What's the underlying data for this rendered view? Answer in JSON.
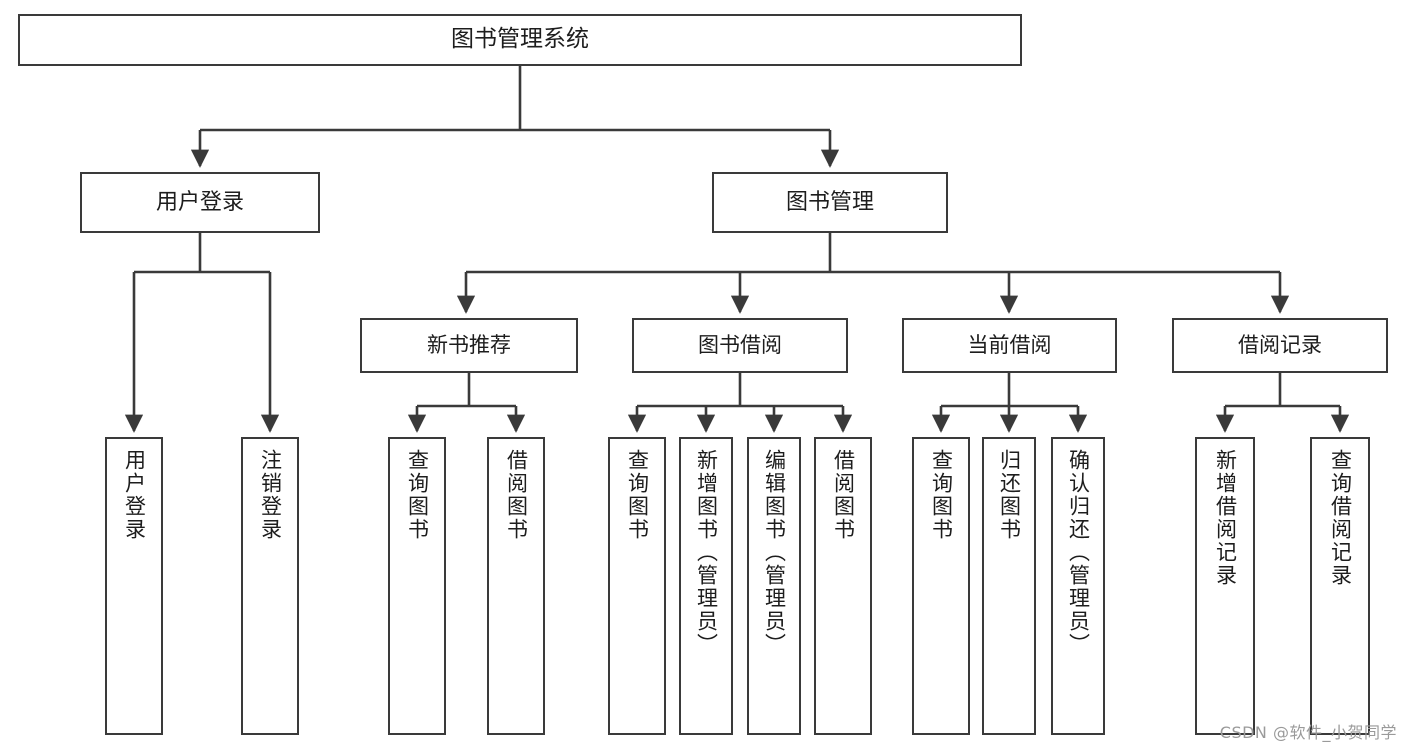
{
  "diagram": {
    "title": "图书管理系统",
    "type": "functional-structure-tree",
    "root": {
      "label": "图书管理系统"
    },
    "level2": [
      {
        "id": "user-login",
        "label": "用户登录"
      },
      {
        "id": "book-management",
        "label": "图书管理"
      }
    ],
    "level3": [
      {
        "id": "new-book-recommend",
        "label": "新书推荐",
        "parent": "book-management"
      },
      {
        "id": "book-borrow",
        "label": "图书借阅",
        "parent": "book-management"
      },
      {
        "id": "current-borrow",
        "label": "当前借阅",
        "parent": "book-management"
      },
      {
        "id": "borrow-record",
        "label": "借阅记录",
        "parent": "book-management"
      }
    ],
    "leaves": [
      {
        "id": "leaf-user-login",
        "label": "用户登录",
        "parent": "user-login"
      },
      {
        "id": "leaf-logout-login",
        "label": "注销登录",
        "parent": "user-login"
      },
      {
        "id": "leaf-query-book-1",
        "label": "查询图书",
        "parent": "new-book-recommend"
      },
      {
        "id": "leaf-borrow-book-1",
        "label": "借阅图书",
        "parent": "new-book-recommend"
      },
      {
        "id": "leaf-query-book-2",
        "label": "查询图书",
        "parent": "book-borrow"
      },
      {
        "id": "leaf-add-book",
        "label": "新增图书（管理员）",
        "parent": "book-borrow"
      },
      {
        "id": "leaf-edit-book",
        "label": "编辑图书（管理员）",
        "parent": "book-borrow"
      },
      {
        "id": "leaf-borrow-book-2",
        "label": "借阅图书",
        "parent": "book-borrow"
      },
      {
        "id": "leaf-query-book-3",
        "label": "查询图书",
        "parent": "current-borrow"
      },
      {
        "id": "leaf-return-book",
        "label": "归还图书",
        "parent": "current-borrow"
      },
      {
        "id": "leaf-confirm-return",
        "label": "确认归还（管理员）",
        "parent": "current-borrow"
      },
      {
        "id": "leaf-add-record",
        "label": "新增借阅记录",
        "parent": "borrow-record"
      },
      {
        "id": "leaf-query-record",
        "label": "查询借阅记录",
        "parent": "borrow-record"
      }
    ],
    "watermark": "CSDN @软件_小贺同学",
    "colors": {
      "stroke": "#3a3a3a",
      "background": "#ffffff",
      "text": "#1d1d1d",
      "watermark": "#9a9a9a"
    }
  }
}
